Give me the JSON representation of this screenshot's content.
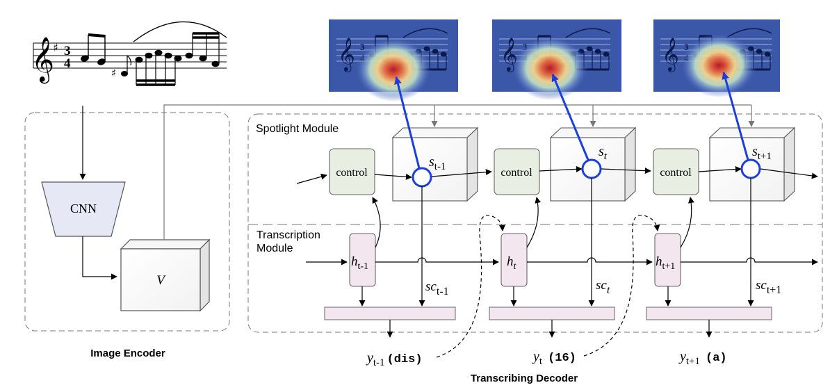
{
  "sections": {
    "image_encoder": "Image Encoder",
    "transcribing_decoder": "Transcribing Decoder",
    "spotlight_module": "Spotlight Module",
    "transcription_module_line1": "Transcription",
    "transcription_module_line2": "Module"
  },
  "encoder": {
    "cnn_label": "CNN",
    "feature_label": "V"
  },
  "control_label": "control",
  "steps": [
    {
      "spot_base": "s",
      "spot_sub": "t-1",
      "hidden_base": "h",
      "hidden_sub": "t-1",
      "sc_base": "sc",
      "sc_sub": "t-1",
      "y_base": "y",
      "y_sub": "t-1",
      "token": "(dis)"
    },
    {
      "spot_base": "s",
      "spot_sub": "t",
      "hidden_base": "h",
      "hidden_sub": "t",
      "sc_base": "sc",
      "sc_sub": "t",
      "y_base": "y",
      "y_sub": "t",
      "token": "(16)"
    },
    {
      "spot_base": "s",
      "spot_sub": "t+1",
      "hidden_base": "h",
      "hidden_sub": "t+1",
      "sc_base": "sc",
      "sc_sub": "t+1",
      "y_base": "y",
      "y_sub": "t+1",
      "token": "(a)"
    }
  ],
  "music": {
    "time_signature_top": "3",
    "time_signature_bottom": "4"
  },
  "colors": {
    "attention_arrow": "#1a3fe0",
    "control_fill": "#e8eee2",
    "hidden_fill": "#f3e6ee",
    "output_bar_fill": "#f3e6ee",
    "cnn_fill": "#e6e8f6",
    "heatmap_background": "#3b57a8"
  }
}
